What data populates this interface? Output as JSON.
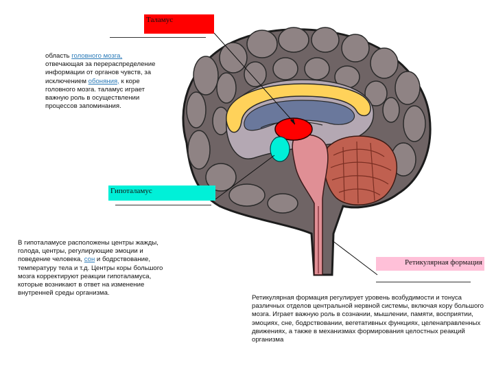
{
  "colors": {
    "thalamus": "#ff0000",
    "hypothalamus": "#00f0d8",
    "reticular": "#ffc0d8",
    "cortex": "#8f8384",
    "cerebellum": "#c06050",
    "brainstem": "#e08f95",
    "callosum": "#ffd25a",
    "ventricle": "#6a789c",
    "link": "#2a7ab8"
  },
  "thalamus": {
    "label": "Таламус",
    "desc_pre": "область ",
    "desc_link1": "головного мозга,",
    "desc_mid": " отвечающая за перераспределение информации от органов чувств, за исключением ",
    "desc_link2": "обоняния,",
    "desc_post": " к коре головного мозга. таламус играет важную роль в осуществлении процессов запоминания."
  },
  "hypothalamus": {
    "label": "Гипоталамус",
    "desc_pre": "В гипоталамусе расположены центры жажды, голода, центры, регулирующие эмоции и поведение человека, ",
    "desc_link": "сон",
    "desc_post": " и бодрствование, температуру тела и т.д. Центры коры большого мозга корректируют реакции гипоталамуса, которые возникают в ответ на изменение внутренней среды организма."
  },
  "reticular": {
    "label": "Ретикулярная формация",
    "desc": "Ретикулярная формация регулирует уровень возбудимости и тонуса различных отделов центральной нервной системы, включая кору большого мозга. Играет важную роль в сознании, мышлении, памяти, восприятии, эмоциях, сне, бодрствовании, вегетативных функциях, целенаправленных движениях, а также в механизмах формирования целостных реакций организма"
  }
}
